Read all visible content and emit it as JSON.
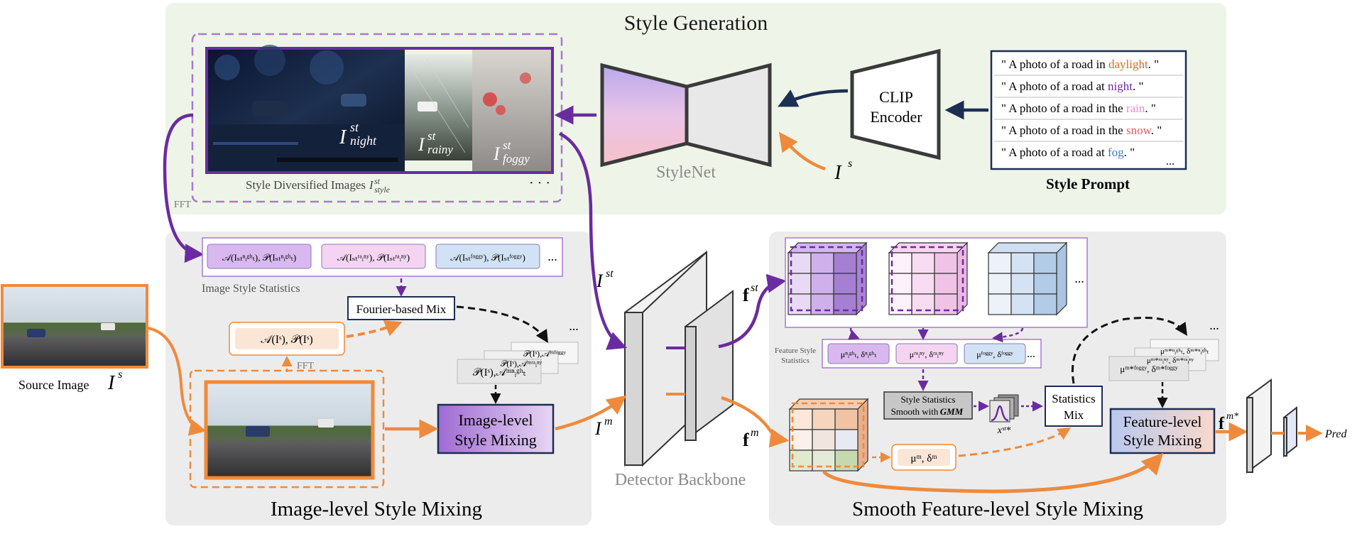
{
  "sections": {
    "style_generation": "Style Generation",
    "image_mixing": "Image-level Style Mixing",
    "feature_mixing": "Smooth Feature-level Style Mixing",
    "detector_backbone": "Detector Backbone"
  },
  "style_generation": {
    "stylenet_label": "StyleNet",
    "clip_line1": "CLIP",
    "clip_line2": "Encoder",
    "source_symbol": "I",
    "source_sup": "s",
    "diversified_caption": "Style Diversified Images",
    "diversified_symbol": "I",
    "diversified_sup": "st",
    "diversified_sub": "style",
    "ellipsis": "· · ·",
    "style_prompt_title": "Style Prompt",
    "prompts": [
      {
        "prefix": "\" A photo of a road in ",
        "word": "daylight",
        "suffix": ". \"",
        "color": "#e06a1a"
      },
      {
        "prefix": "\" A photo of a road at ",
        "word": "night",
        "suffix": ". \"",
        "color": "#6a2ba0"
      },
      {
        "prefix": "\" A photo of a road in the ",
        "word": "rain",
        "suffix": ". \"",
        "color": "#e58ad6"
      },
      {
        "prefix": "\" A photo of a road in the ",
        "word": "snow",
        "suffix": ". \"",
        "color": "#e05a5a"
      },
      {
        "prefix": "\" A photo of a road at ",
        "word": "fog",
        "suffix": ". \"",
        "color": "#3a7ac8"
      }
    ],
    "prompt_more": "...",
    "img_labels": [
      {
        "base": "I",
        "sup": "st",
        "sub": "night"
      },
      {
        "base": "I",
        "sup": "st",
        "sub": "rainy"
      },
      {
        "base": "I",
        "sup": "st",
        "sub": "foggy"
      }
    ]
  },
  "image_mixing": {
    "fft": "FFT",
    "stats_caption": "Image Style Statistics",
    "stats": [
      {
        "text": "𝒜(Iₛₜⁿᵢᵍʰₜ), 𝒫(Iₛₜⁿᵢᵍʰₜ)",
        "color": "#d8b8ee"
      },
      {
        "text": "𝒜(Iₛₜʳᵃᵢⁿʸ), 𝒫(Iₛₜʳᵃᵢⁿʸ)",
        "color": "#f4d4f0"
      },
      {
        "text": "𝒜(Iₛₜᶠᵒᵍᵍʸ), 𝒫(Iₛₜᶠᵒᵍᵍʸ)",
        "color": "#d0e2f4"
      }
    ],
    "stats_more": "...",
    "fourier_mix": "Fourier-based Mix",
    "source_amp": "𝒜(Iˢ), 𝒫(Iˢ)",
    "mixed_cards": [
      "𝒫(Iˢ),𝒜ᵐⁿᵢᵍʰₜ",
      "𝒫(Iˢ),𝒜ᵐʳᵃᵢⁿʸ",
      "𝒫(Iˢ),𝒜ᵐᶠᵒᵍᵍʸ"
    ],
    "mixed_more": "...",
    "mixing_line1": "Image-level",
    "mixing_line2": "Style Mixing",
    "source_caption": "Source Image",
    "source_symbol": "I",
    "source_sup": "s",
    "ist_base": "I",
    "ist_sup": "st",
    "im_base": "I",
    "im_sup": "m"
  },
  "feature_mixing": {
    "fst_base": "f",
    "fst_sup": "st",
    "fm_base": "f",
    "fm_sup": "m",
    "fmstar_base": "f",
    "fmstar_sup": "m*",
    "feature_stats_line1": "Feature Style",
    "feature_stats_line2": "Statistics",
    "feat_stats": [
      {
        "text": "μⁿᵢᵍʰₜ, δⁿᵢᵍʰₜ",
        "color": "#d8b8ee"
      },
      {
        "text": "μʳᵃᵢⁿʸ, δʳᵃᵢⁿʸ",
        "color": "#f4d4f0"
      },
      {
        "text": "μᶠᵒᵍᵍʸ, δᶠᵒᵍᵍʸ",
        "color": "#d0e2f4"
      }
    ],
    "feat_more": "...",
    "gmm_line1": "Style Statistics",
    "gmm_line2": "Smooth with",
    "gmm_bold": "GMM",
    "xst_label": "xˢᵗ*",
    "mu_m": "μᵐ, δᵐ",
    "stats_mix_line1": "Statistics",
    "stats_mix_line2": "Mix",
    "mixed_feat_cards": [
      "μᵐ*ᶠᵒᵍᵍʸ, δᵐ*ᶠᵒᵍᵍʸ",
      "μᵐ*ʳᵃᵢⁿʸ, δᵐ*ʳᵃᵢⁿʸ",
      "μᵐ*ⁿᵢᵍʰₜ, δᵐ*ⁿᵢᵍʰₜ"
    ],
    "mixed_feat_more": "...",
    "mixing_line1": "Feature-level",
    "mixing_line2": "Style Mixing",
    "pred": "Pred"
  },
  "colors": {
    "purple": "#6a2ba0",
    "orange": "#ef8a3c",
    "navy": "#1c2e52",
    "green_bg": "#eef5e8",
    "gray_bg": "#ececec"
  }
}
